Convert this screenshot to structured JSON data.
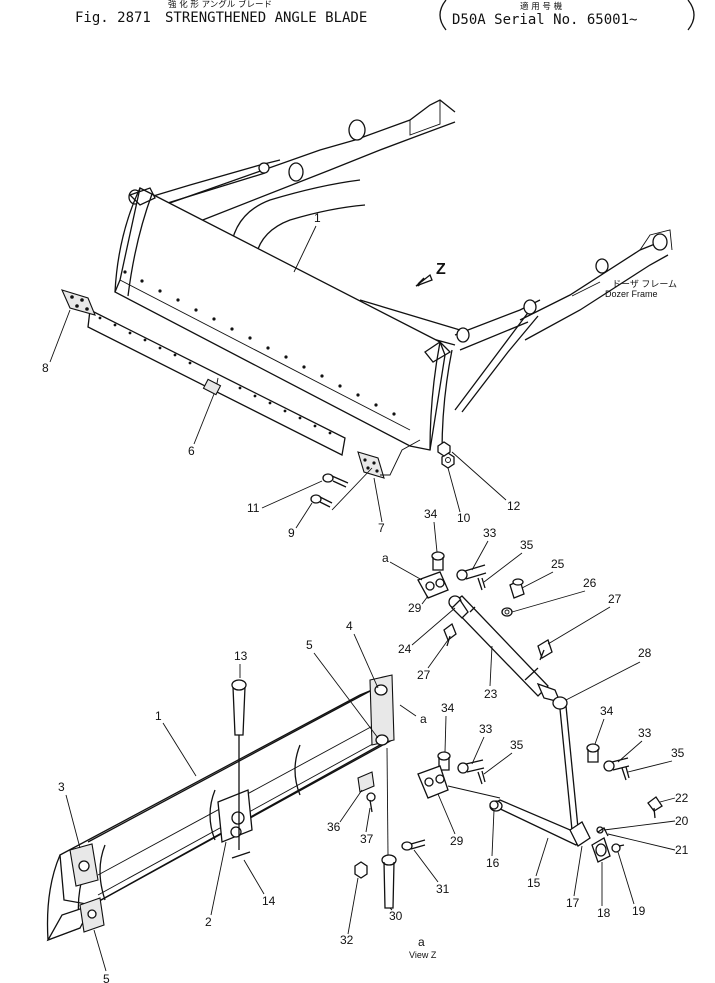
{
  "header": {
    "fig_label": "Fig. 2871",
    "title": "STRENGTHENED ANGLE BLADE",
    "title_jp": "強 化 形   アングル   ブレード",
    "applicability_jp": "適 用 号 機",
    "serial": "D50A Serial No. 65001~"
  },
  "annotations": {
    "dozer_frame_jp": "ドーザ フレーム",
    "dozer_frame": "Dozer Frame",
    "z_arrow": "Z",
    "view_marker": "a",
    "view_title": "View Z",
    "detail_a_upper": "a",
    "detail_a_lower": "a"
  },
  "callouts": [
    "1",
    "8",
    "6",
    "11",
    "9",
    "7",
    "10",
    "12",
    "34",
    "33",
    "35",
    "25",
    "26",
    "27",
    "24",
    "29",
    "27",
    "23",
    "28",
    "13",
    "5",
    "4",
    "1",
    "3",
    "2",
    "14",
    "5",
    "36",
    "37",
    "29",
    "34",
    "33",
    "35",
    "34",
    "33",
    "35",
    "22",
    "20",
    "21",
    "16",
    "15",
    "17",
    "18",
    "19",
    "31",
    "30",
    "32"
  ]
}
